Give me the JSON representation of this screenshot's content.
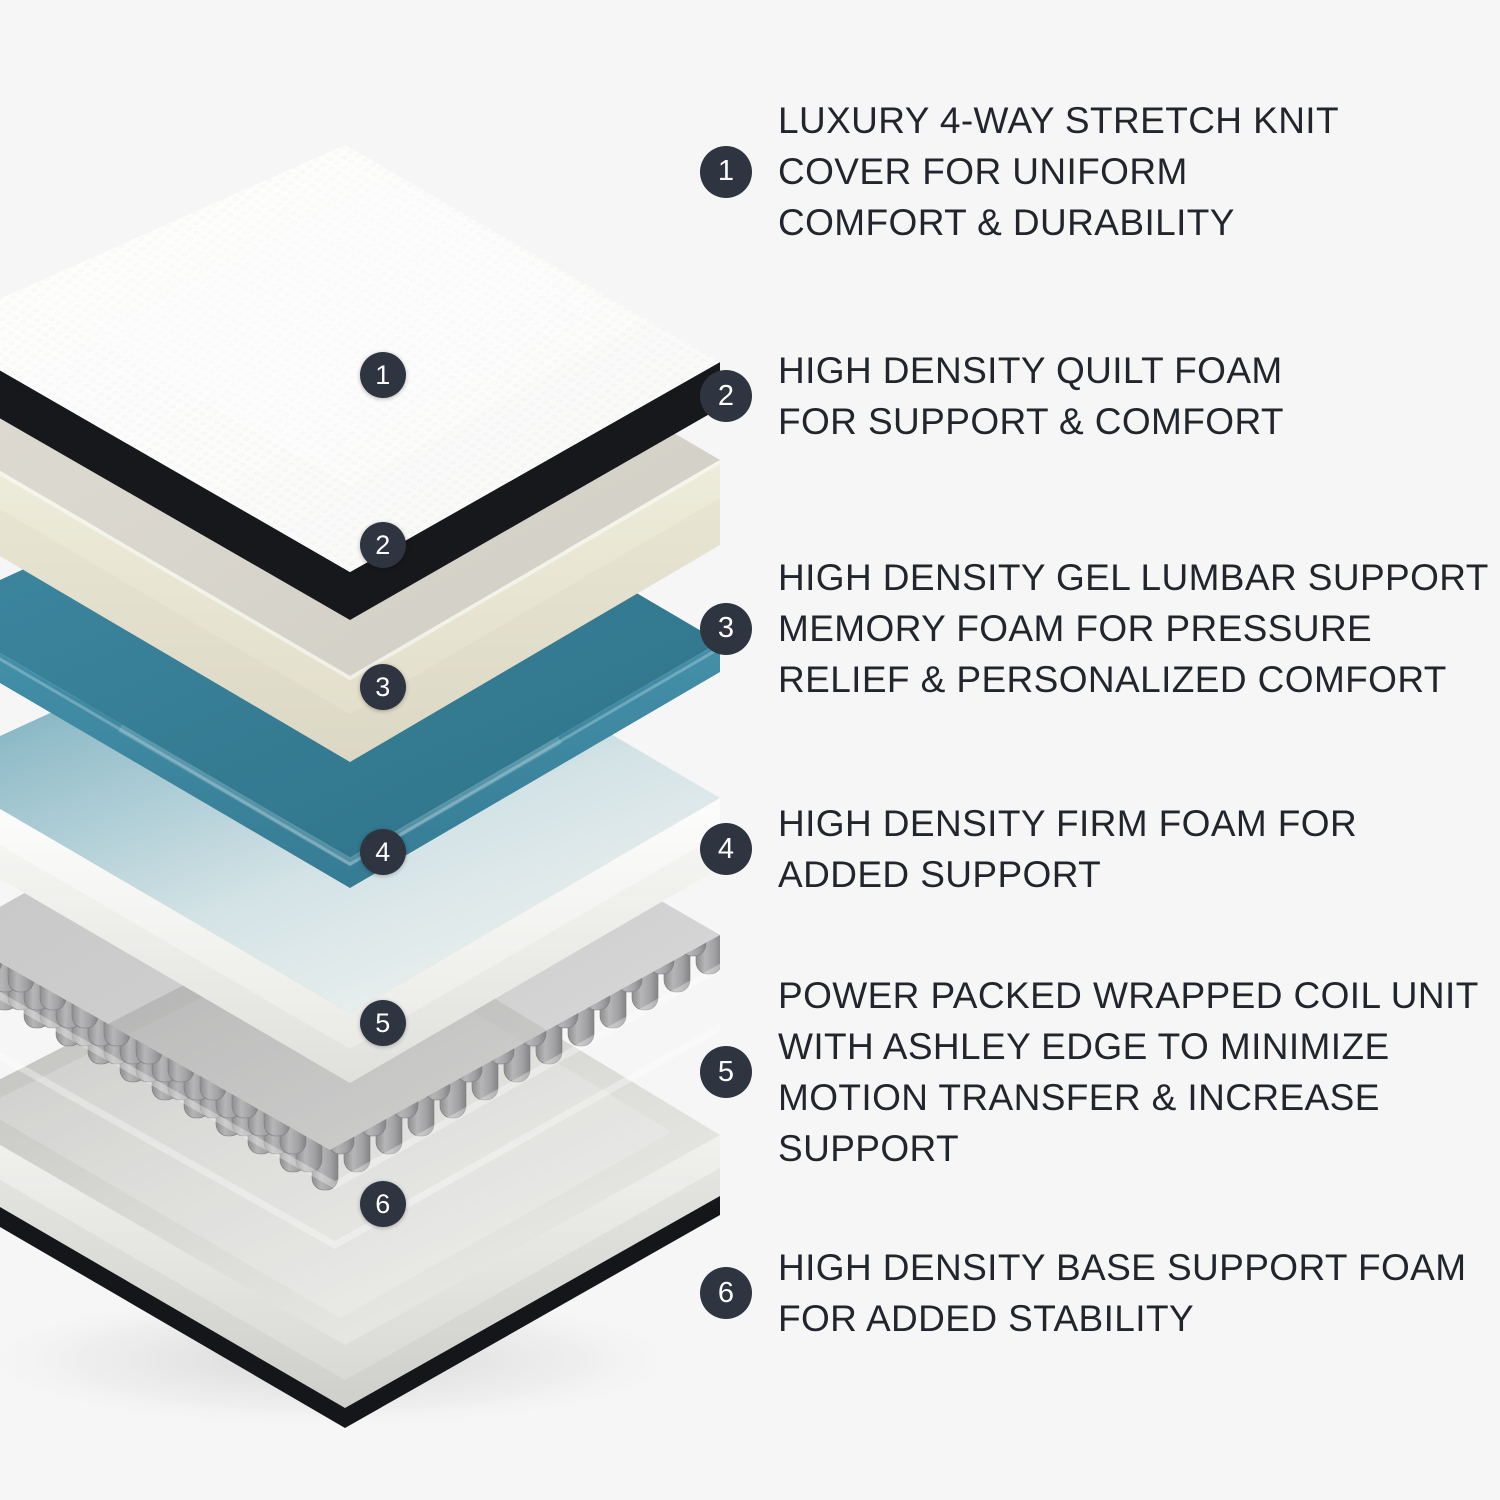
{
  "background_color": "#f6f6f6",
  "badge_color": "#2e3440",
  "badge_text_color": "#ffffff",
  "text_color": "#22262c",
  "legend": {
    "items": [
      {
        "number": "1",
        "label": "LUXURY 4-WAY STRETCH KNIT\nCOVER FOR UNIFORM\nCOMFORT & DURABILITY"
      },
      {
        "number": "2",
        "label": "HIGH DENSITY QUILT FOAM\nFOR SUPPORT & COMFORT"
      },
      {
        "number": "3",
        "label": "HIGH DENSITY GEL LUMBAR SUPPORT\nMEMORY FOAM FOR PRESSURE\nRELIEF & PERSONALIZED COMFORT"
      },
      {
        "number": "4",
        "label": "HIGH DENSITY FIRM FOAM FOR\nADDED SUPPORT"
      },
      {
        "number": "5",
        "label": "POWER PACKED WRAPPED COIL UNIT\nWITH ASHLEY EDGE TO MINIMIZE\nMOTION TRANSFER & INCREASE\nSUPPORT"
      },
      {
        "number": "6",
        "label": "HIGH DENSITY BASE SUPPORT FOAM\nFOR ADDED STABILITY"
      }
    ]
  },
  "illustration": {
    "type": "exploded-mattress-cutaway",
    "badges": [
      {
        "number": "1",
        "layer": "knit-cover"
      },
      {
        "number": "2",
        "layer": "quilt-foam"
      },
      {
        "number": "3",
        "layer": "gel-memory-foam"
      },
      {
        "number": "4",
        "layer": "firm-foam"
      },
      {
        "number": "5",
        "layer": "wrapped-coil-unit"
      },
      {
        "number": "6",
        "layer": "base-support-foam"
      }
    ],
    "layers": [
      {
        "number": "1",
        "name": "knit-cover",
        "color": "#f7f7f6",
        "edge_color": "#1a1a1a"
      },
      {
        "number": "2",
        "name": "quilt-foam",
        "color": "#e8e6d4",
        "edge_color": "#d6d3bd"
      },
      {
        "number": "3",
        "name": "gel-memory-foam",
        "color": "#3d87a0",
        "edge_color": "#2f7289"
      },
      {
        "number": "4",
        "name": "firm-foam",
        "color": "#f4f4f2",
        "edge_color": "#e2e2de"
      },
      {
        "number": "5",
        "name": "wrapped-coil-unit",
        "color": "#a9a9aa",
        "edge_color": "#8d8d8e"
      },
      {
        "number": "6",
        "name": "base-support-foam",
        "color": "#e9e9e6",
        "edge_color": "#1a1a1a"
      }
    ]
  }
}
